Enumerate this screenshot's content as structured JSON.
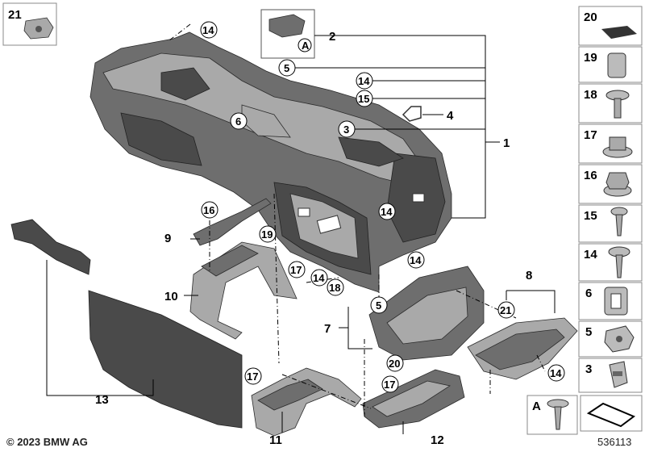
{
  "diagram": {
    "callouts": {
      "c2": "2",
      "c1": "1",
      "c3": "3",
      "c4": "4",
      "c5a": "5",
      "c5b": "5",
      "c6": "6",
      "c7": "7",
      "c8": "8",
      "c9": "9",
      "c10": "10",
      "c11": "11",
      "c12": "12",
      "c13": "13",
      "c14a": "14",
      "c14b": "14",
      "c14c": "14",
      "c14d": "14",
      "c14e": "14",
      "c14f": "14",
      "c15": "15",
      "c16": "16",
      "c17a": "17",
      "c17b": "17",
      "c17c": "17",
      "c18": "18",
      "c19": "19",
      "c20": "20",
      "c21": "21",
      "cA": "A"
    },
    "corner_label": "21",
    "legend": [
      {
        "num": "20",
        "icon": "foam-pad-icon"
      },
      {
        "num": "19",
        "icon": "bushing-icon"
      },
      {
        "num": "18",
        "icon": "torx-screw-icon"
      },
      {
        "num": "17",
        "icon": "collar-nut-icon"
      },
      {
        "num": "16",
        "icon": "hex-nut-flange-icon"
      },
      {
        "num": "15",
        "icon": "expanding-rivet-icon"
      },
      {
        "num": "14",
        "icon": "self-tapping-screw-icon"
      },
      {
        "num": "6",
        "icon": "grommet-icon"
      },
      {
        "num": "5",
        "icon": "clip-nut-icon"
      },
      {
        "num": "3",
        "icon": "clip-icon"
      },
      {
        "num": "A",
        "icon": "screw-detail-icon"
      }
    ]
  },
  "footer": {
    "copyright": "© 2023 BMW AG",
    "doc_id": "536113"
  }
}
